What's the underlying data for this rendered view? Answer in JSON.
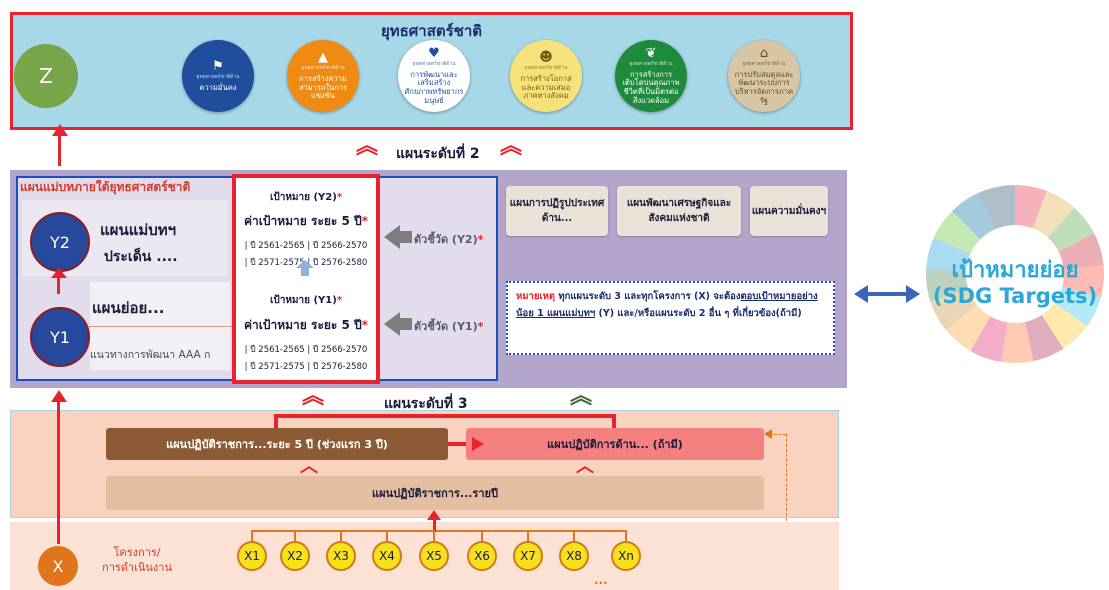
{
  "level1": {
    "title": "ยุทธศาสตร์ชาติ",
    "z_label": "Z",
    "strategies": [
      {
        "header": "ยุทธศาสตร์ชาติด้าน",
        "label": "ความมั่นคง",
        "color": "#1f4e9c",
        "text_color": "#ffffff",
        "icon": "flag-icon"
      },
      {
        "header": "ยุทธศาสตร์ชาติด้าน",
        "label": "การสร้างความสามารถในการแข่งขัน",
        "color": "#ef8a12",
        "text_color": "#ffffff",
        "icon": "chart-icon"
      },
      {
        "header": "ยุทธศาสตร์ชาติด้าน",
        "label": "การพัฒนาและเสริมสร้างศักยภาพทรัพยากรมนุษย์",
        "color": "#ffffff",
        "text_color": "#1f4e9c",
        "icon": "people-icon"
      },
      {
        "header": "ยุทธศาสตร์ชาติด้าน",
        "label": "การสร้างโอกาสและความเสมอภาคทางสังคม",
        "color": "#f6e27a",
        "text_color": "#7a5a10",
        "icon": "group-icon"
      },
      {
        "header": "ยุทธศาสตร์ชาติด้าน",
        "label": "การสร้างการเติบโตบนคุณภาพชีวิตที่เป็นมิตรต่อสิ่งแวดล้อม",
        "color": "#1e8a3c",
        "text_color": "#ffffff",
        "icon": "leaf-icon"
      },
      {
        "header": "ยุทธศาสตร์ชาติด้าน",
        "label": "การปรับสมดุลและพัฒนาระบบการบริหารจัดการภาครัฐ",
        "color": "#d8c5a4",
        "text_color": "#5a4a2a",
        "icon": "building-icon"
      }
    ]
  },
  "level2": {
    "label": "แผนระดับที่ 2",
    "mother_title": "แผนแม่บทภายใต้ยุทธศาสตร์ชาติ",
    "y2": "Y2",
    "y1": "Y1",
    "master_plan": "แผนแม่บทฯ",
    "issue": "ประเด็น ....",
    "sub_plan": "แผนย่อย...",
    "guideline": "แนวทางการพัฒนา AAA ก",
    "target_y2": "เป้าหมาย (Y2)",
    "target_y1": "เป้าหมาย (Y1)",
    "target_value": "ค่าเป้าหมาย ระยะ 5 ปี",
    "years_row1": "| ปี 2561-2565 | ปี 2566-2570",
    "years_row2": "| ปี 2571-2575 | ปี 2576-2580",
    "indicator_y2": "ตัวชี้วัด (Y2)",
    "indicator_y1": "ตัวชี้วัด (Y1)",
    "star": "*",
    "plans": [
      "แผนการปฏิรูปประเทศด้าน...",
      "แผนพัฒนาเศรษฐกิจและสังคมแห่งชาติ",
      "แผนความมั่นคงฯ"
    ],
    "note_label": "หมายเหตุ",
    "note_text_1": " ทุกแผนระดับ 3 และทุกโครงการ (X) จะต้อง",
    "note_underline_1": "ตอบเป้าหมายอย่างน้อย 1 แผนแม่บทฯ",
    "note_text_2": " (Y) และ/หรือแผนระดับ 2 อื่น ๆ ที่เกี่ยวข้อง(ถ้ามี)"
  },
  "level3": {
    "label": "แผนระดับที่ 3",
    "gov_plan_5yr": "แผนปฏิบัติราชการ...ระยะ 5 ปี (ช่วงแรก 3 ปี)",
    "action_plan": "แผนปฏิบัติการด้าน... (ถ้ามี)",
    "gov_plan_annual": "แผนปฏิบัติราชการ...รายปี"
  },
  "projects": {
    "x_label": "X",
    "caption_line1": "โครงการ/",
    "caption_line2": "การดำเนินงาน",
    "items": [
      "X1",
      "X2",
      "X3",
      "X4",
      "X5",
      "X6",
      "X7",
      "X8",
      "Xn"
    ],
    "ellipsis": "..."
  },
  "sdg": {
    "line1": "เป้าหมายย่อย",
    "line2": "(SDG Targets)"
  }
}
